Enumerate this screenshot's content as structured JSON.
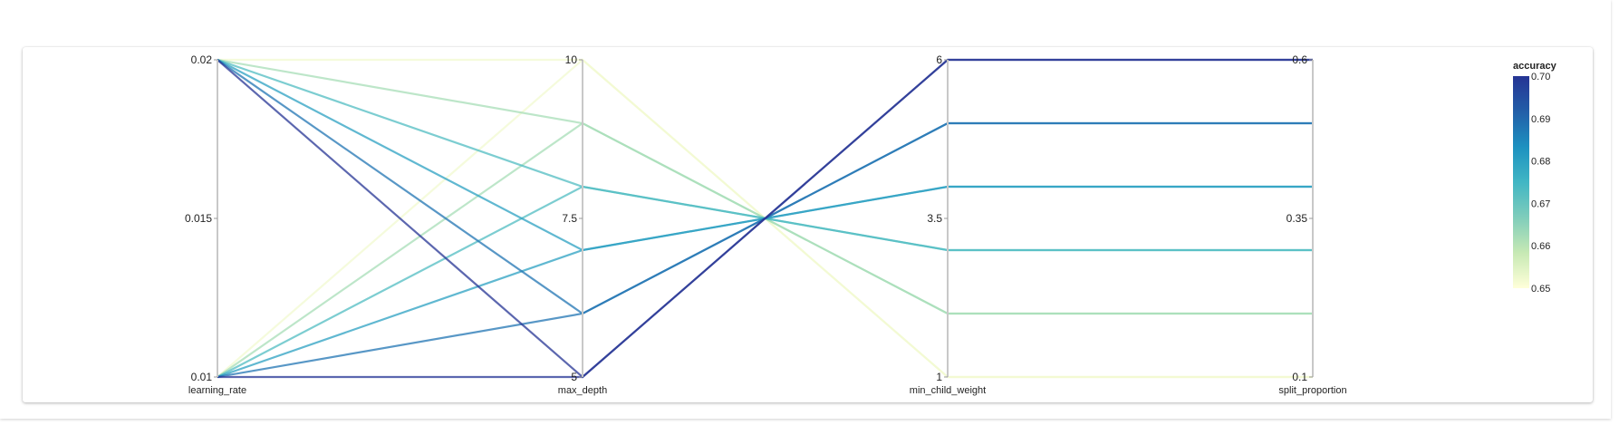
{
  "chart_data": {
    "type": "parallel-coordinates",
    "dimensions": [
      {
        "name": "learning_rate",
        "range": [
          0.01,
          0.02
        ],
        "ticks": [
          {
            "value": 0.01,
            "label": "0.01"
          },
          {
            "value": 0.015,
            "label": "0.015"
          },
          {
            "value": 0.02,
            "label": "0.02"
          }
        ]
      },
      {
        "name": "max_depth",
        "range": [
          5,
          10
        ],
        "ticks": [
          {
            "value": 5,
            "label": "5"
          },
          {
            "value": 7.5,
            "label": "7.5"
          },
          {
            "value": 10,
            "label": "10"
          }
        ]
      },
      {
        "name": "min_child_weight",
        "range": [
          1,
          6
        ],
        "ticks": [
          {
            "value": 1,
            "label": "1"
          },
          {
            "value": 3.5,
            "label": "3.5"
          },
          {
            "value": 6,
            "label": "6"
          }
        ]
      },
      {
        "name": "split_proportion",
        "range": [
          0.1,
          0.6
        ],
        "ticks": [
          {
            "value": 0.1,
            "label": "0.1"
          },
          {
            "value": 0.35,
            "label": "0.35"
          },
          {
            "value": 0.6,
            "label": "0.6"
          }
        ]
      }
    ],
    "color_dimension": "accuracy",
    "color_range": [
      0.65,
      0.7
    ],
    "colorscale": [
      "#ffffd9",
      "#c7e9b4",
      "#7fcdbb",
      "#41b6c4",
      "#1d91c0",
      "#225ea8",
      "#253494"
    ],
    "legend": {
      "title": "accuracy",
      "ticks": [
        "0.70",
        "0.69",
        "0.68",
        "0.67",
        "0.66",
        "0.65"
      ]
    },
    "records": [
      {
        "learning_rate": 0.02,
        "max_depth": 5,
        "min_child_weight": 6,
        "split_proportion": 0.6,
        "accuracy": 0.7
      },
      {
        "learning_rate": 0.01,
        "max_depth": 5,
        "min_child_weight": 6,
        "split_proportion": 0.6,
        "accuracy": 0.7
      },
      {
        "learning_rate": 0.02,
        "max_depth": 6,
        "min_child_weight": 5,
        "split_proportion": 0.5,
        "accuracy": 0.688
      },
      {
        "learning_rate": 0.01,
        "max_depth": 6,
        "min_child_weight": 5,
        "split_proportion": 0.5,
        "accuracy": 0.688
      },
      {
        "learning_rate": 0.02,
        "max_depth": 7,
        "min_child_weight": 4,
        "split_proportion": 0.4,
        "accuracy": 0.68
      },
      {
        "learning_rate": 0.01,
        "max_depth": 7,
        "min_child_weight": 4,
        "split_proportion": 0.4,
        "accuracy": 0.68
      },
      {
        "learning_rate": 0.02,
        "max_depth": 8,
        "min_child_weight": 3,
        "split_proportion": 0.3,
        "accuracy": 0.673
      },
      {
        "learning_rate": 0.01,
        "max_depth": 8,
        "min_child_weight": 3,
        "split_proportion": 0.3,
        "accuracy": 0.673
      },
      {
        "learning_rate": 0.02,
        "max_depth": 9,
        "min_child_weight": 2,
        "split_proportion": 0.2,
        "accuracy": 0.662
      },
      {
        "learning_rate": 0.01,
        "max_depth": 9,
        "min_child_weight": 2,
        "split_proportion": 0.2,
        "accuracy": 0.662
      },
      {
        "learning_rate": 0.02,
        "max_depth": 10,
        "min_child_weight": 1,
        "split_proportion": 0.1,
        "accuracy": 0.652
      },
      {
        "learning_rate": 0.01,
        "max_depth": 10,
        "min_child_weight": 1,
        "split_proportion": 0.1,
        "accuracy": 0.652
      }
    ]
  }
}
